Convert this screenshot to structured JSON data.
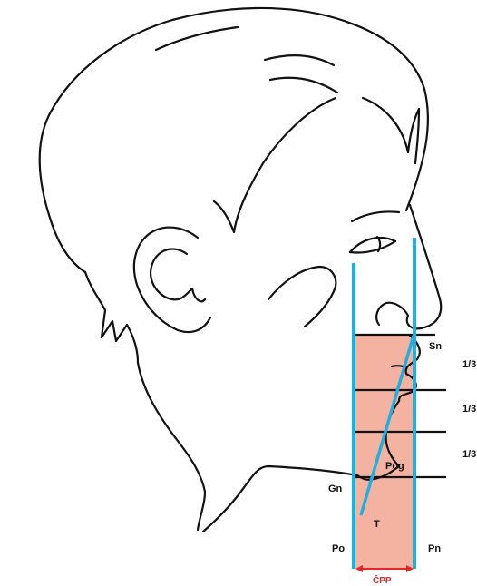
{
  "colors": {
    "outline": "#111111",
    "reference_line": "#1fb0e0",
    "region_fill": "#f4b3a0",
    "measure_arrow": "#e32626"
  },
  "labels": {
    "sn": "Sn",
    "pog": "Pog",
    "gn": "Gn",
    "t": "T",
    "po": "Po",
    "pn": "Pn",
    "cpp": "ČPP",
    "third_1": "1/3",
    "third_2": "1/3",
    "third_3": "1/3"
  }
}
